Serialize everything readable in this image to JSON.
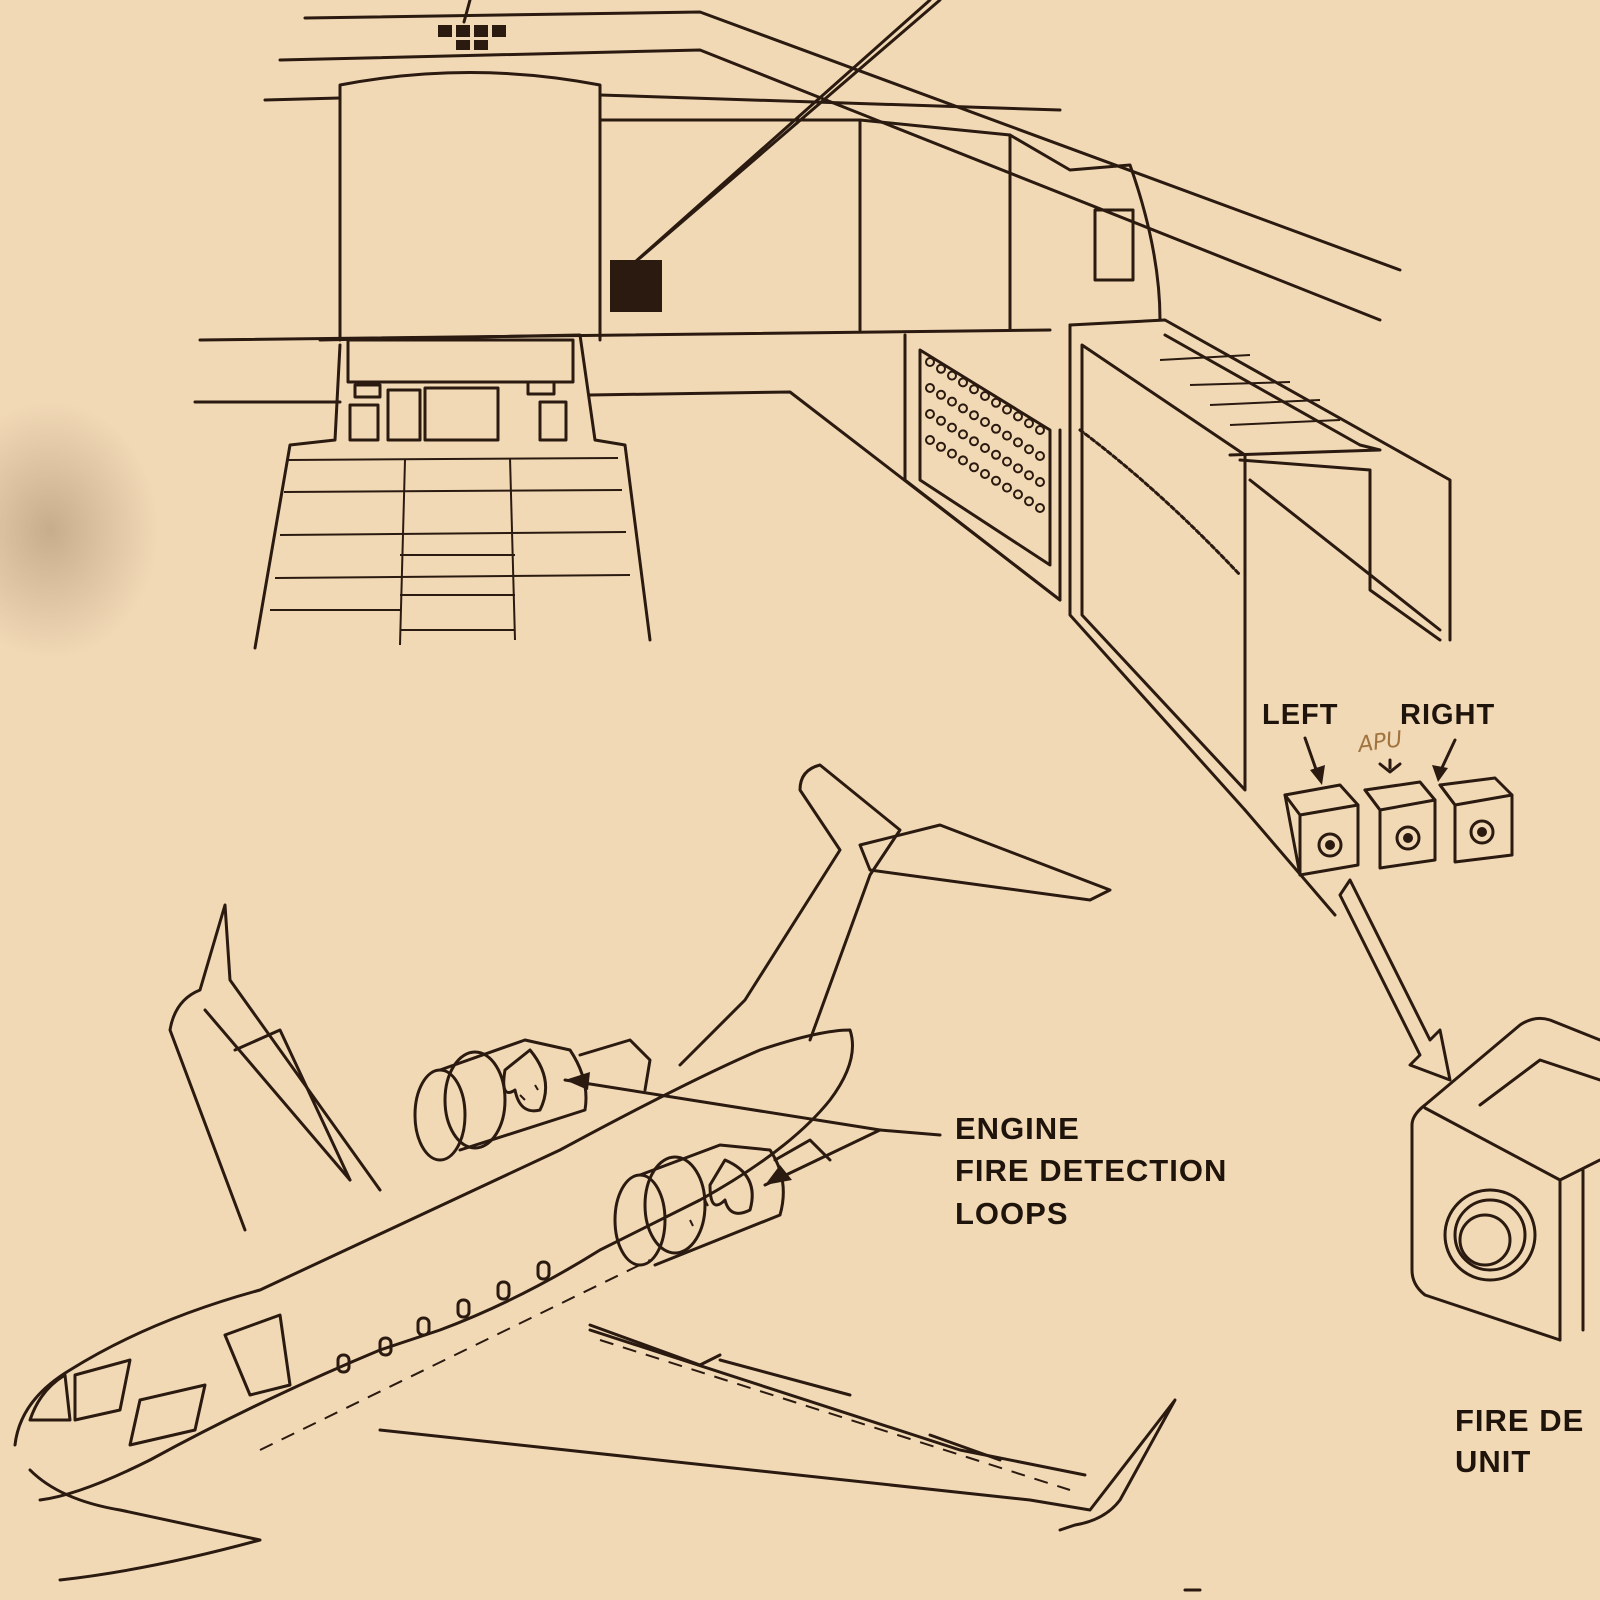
{
  "labels": {
    "left": "LEFT",
    "right": "RIGHT",
    "apu": "APU",
    "engine_line1": "ENGINE",
    "engine_line2": "FIRE DETECTION",
    "engine_line3": "LOOPS",
    "unit_line1": "FIRE DE",
    "unit_line2": "UNIT"
  },
  "colors": {
    "paper": "#f2d9b6",
    "ink": "#2a1a10",
    "pencil": "#a0733f"
  }
}
